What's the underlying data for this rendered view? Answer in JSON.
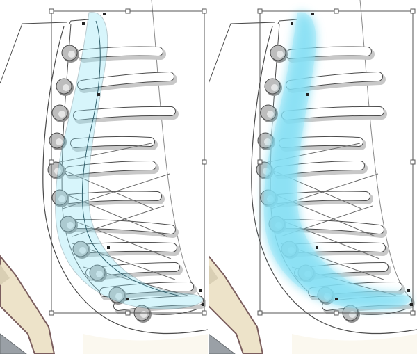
{
  "canvas": {
    "background": "#ffffff"
  },
  "panels": [
    {
      "id": "left",
      "variant": "selected-outline",
      "highlight_opacity": 0.35
    },
    {
      "id": "right",
      "variant": "blurred-glow",
      "highlight_opacity": 0.85
    }
  ],
  "colors": {
    "outline": "#4a4a4a",
    "lace_fill": "#ffffff",
    "lace_shadow": "#c8c8c8",
    "eyelet_fill": "#bdbdbd",
    "eyelet_shadow": "#8f8f8f",
    "highlight": "#8fe3f5",
    "highlight_glow": "#79dcf2",
    "selection_box": "#555555",
    "sole_tan": "#ede3c9",
    "sole_dark": "#7b5e5e",
    "sole_grey": "#9aa0a6"
  },
  "icons": {
    "eyelet": "eyelet-icon",
    "handle": "transform-handle-icon",
    "anchor": "anchor-point-icon"
  }
}
